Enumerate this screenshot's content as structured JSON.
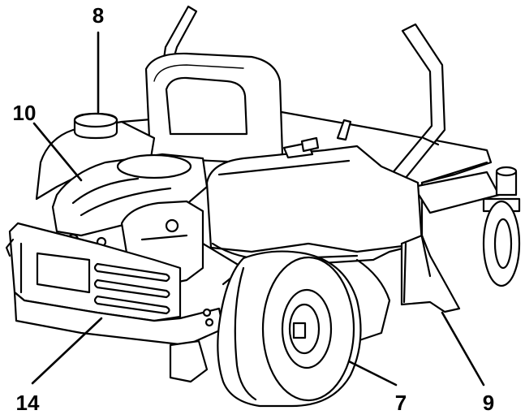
{
  "callouts": [
    {
      "id": "fuel-cap",
      "label": "8"
    },
    {
      "id": "engine",
      "label": "10"
    },
    {
      "id": "front-bumper",
      "label": "14"
    },
    {
      "id": "rear-wheel",
      "label": "7"
    },
    {
      "id": "discharge-chute",
      "label": "9"
    }
  ],
  "colors": {
    "line": "#000000",
    "background": "#ffffff"
  }
}
